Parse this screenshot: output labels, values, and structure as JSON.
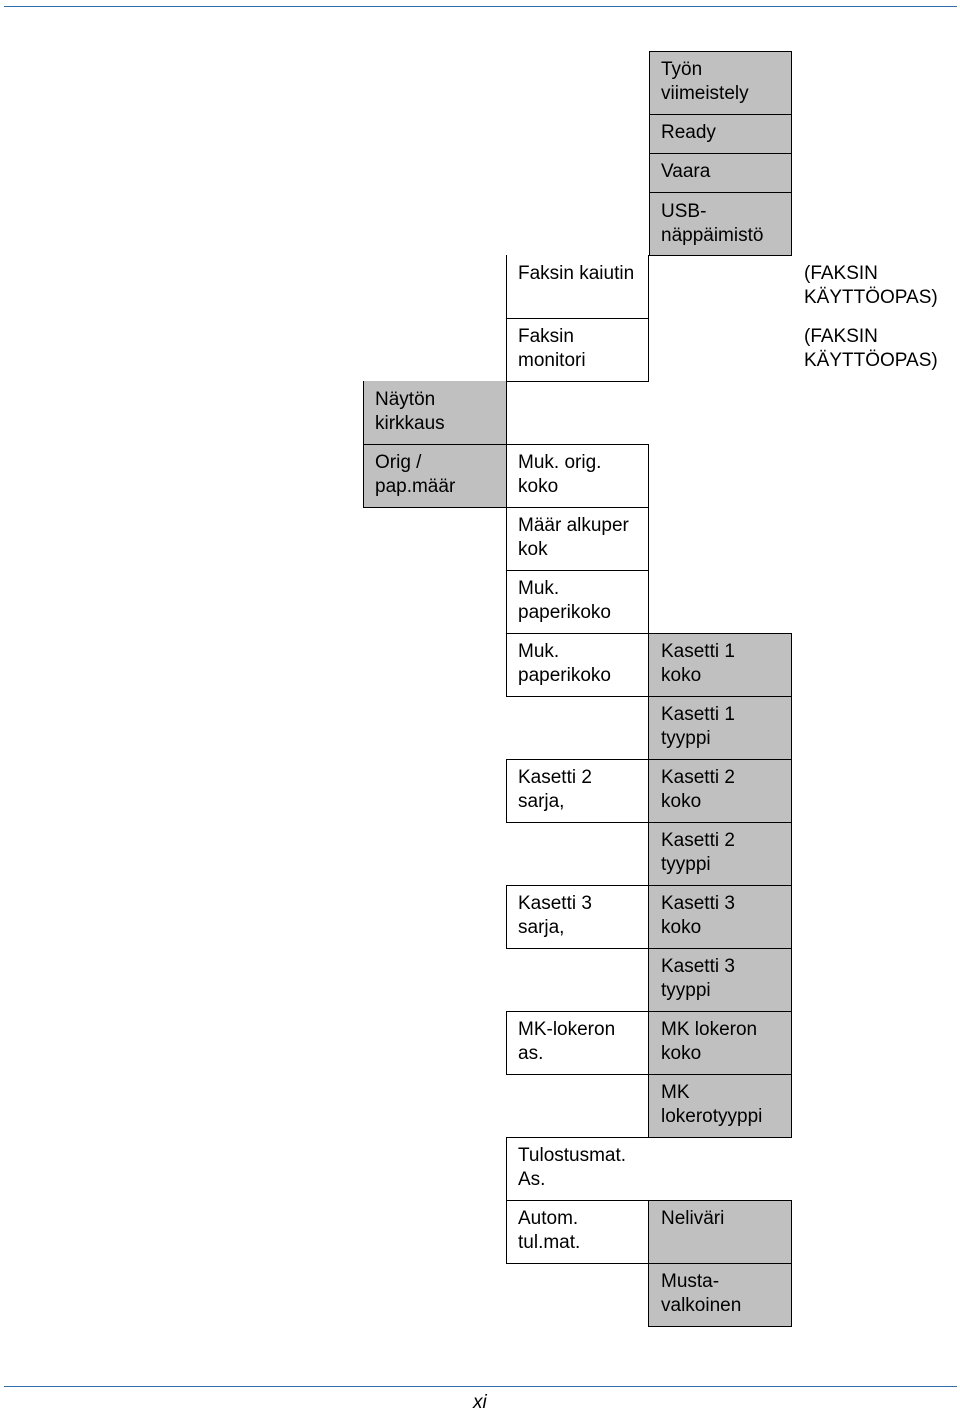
{
  "col3_gray": [
    "Työn\nviimeistely",
    "Ready",
    "Vaara",
    "USB-\nnäppäimistö"
  ],
  "faksi": [
    "Faksin kaiutin",
    "Faksin\nmonitori"
  ],
  "faksi_refs": [
    "(FAKSIN\nKÄYTTÖOPAS)",
    "(FAKSIN\nKÄYTTÖOPAS)"
  ],
  "col1_gray": [
    "Näytön\nkirkkaus",
    "Orig /\npap.määr"
  ],
  "col2_orig": [
    "Muk. orig.\nkoko",
    "Määr alkuper\nkok",
    "Muk.\npaperikoko"
  ],
  "col2_paper": "Muk.\npaperikoko",
  "col2_kasetti2": "Kasetti 2\nsarja,",
  "col2_kasetti3": "Kasetti 3\nsarja,",
  "col2_mk": "MK-lokeron\nas.",
  "col2_print": [
    "Tulostusmat.\nAs.",
    "Autom.\ntul.mat."
  ],
  "col3_paper": [
    "Kasetti 1\nkoko",
    "Kasetti 1\ntyyppi",
    "Kasetti 2\nkoko",
    "Kasetti 2\ntyyppi",
    "Kasetti 3\nkoko",
    "Kasetti 3\ntyyppi",
    "MK lokeron\nkoko",
    "MK\nlokerotyyppi"
  ],
  "col3_color": [
    "Neliväri",
    "Musta-\nvalkoinen"
  ],
  "footer": "xi",
  "colors": {
    "box_fill": "#c0c0c0",
    "rule": "#2f6fb0"
  }
}
